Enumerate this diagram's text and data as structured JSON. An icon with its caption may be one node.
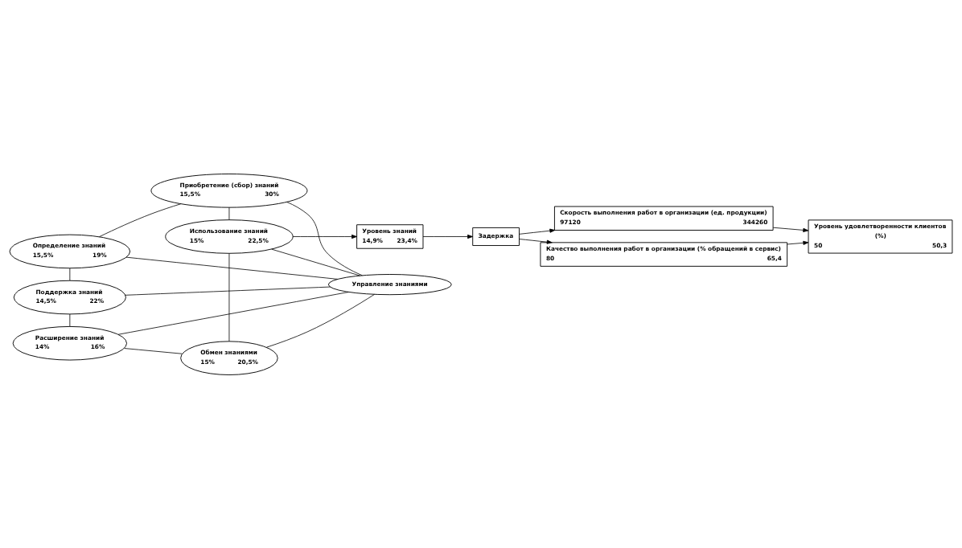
{
  "diagram": {
    "nodes": [
      {
        "text": [
          "Определение знаний",
          "15,5%",
          "19%"
        ]
      },
      {
        "text": [
          "Приобретение (сбор) знаний",
          "15,5%",
          "30%"
        ]
      },
      {
        "text": [
          "Поддержка знаний",
          "14,5%",
          "22%"
        ]
      },
      {
        "text": [
          "Управление знаниями"
        ]
      },
      {
        "text": [
          "Использование знаний",
          "15%",
          "22,5%"
        ]
      },
      {
        "text": [
          "Расширение знаний",
          "14%",
          "16%"
        ]
      },
      {
        "text": [
          "Обмен знаниями",
          "15%",
          "20,5%"
        ]
      },
      {
        "text": [
          "Уровень знаний",
          "14,9%",
          "23,4%"
        ]
      },
      {
        "text": [
          "Задержка"
        ]
      },
      {
        "text": [
          "Скорость выполнения работ в организации (ед. продукции)",
          "97120",
          "344260"
        ]
      },
      {
        "text": [
          "Качество выполнения работ в организации (% обращений в сервис)",
          "80",
          "65,4"
        ]
      },
      {
        "text": [
          "Уровень удовлетворенности клиентов",
          "(%)",
          "50",
          "50,3"
        ]
      }
    ],
    "edges": [
      {
        "from": 0,
        "to": 1,
        "arrow": "none"
      },
      {
        "from": 0,
        "to": 2,
        "arrow": "none"
      },
      {
        "from": 0,
        "to": 3,
        "arrow": "none"
      },
      {
        "from": 1,
        "to": 3,
        "arrow": "none"
      },
      {
        "from": 1,
        "to": 4,
        "arrow": "none"
      },
      {
        "from": 2,
        "to": 3,
        "arrow": "none"
      },
      {
        "from": 3,
        "to": 4,
        "arrow": "none"
      },
      {
        "from": 2,
        "to": 5,
        "arrow": "none"
      },
      {
        "from": 3,
        "to": 5,
        "arrow": "none"
      },
      {
        "from": 3,
        "to": 6,
        "arrow": "none"
      },
      {
        "from": 4,
        "to": 6,
        "arrow": "none"
      },
      {
        "from": 5,
        "to": 6,
        "arrow": "none"
      },
      {
        "from": 4,
        "to": 7,
        "arrow": "to"
      },
      {
        "from": 7,
        "to": 8,
        "arrow": "to"
      },
      {
        "from": 8,
        "to": 9,
        "arrow": "to"
      },
      {
        "from": 8,
        "to": 10,
        "arrow": "to"
      },
      {
        "from": 9,
        "to": 11,
        "arrow": "to"
      },
      {
        "from": 10,
        "to": 11,
        "arrow": "to"
      }
    ]
  }
}
